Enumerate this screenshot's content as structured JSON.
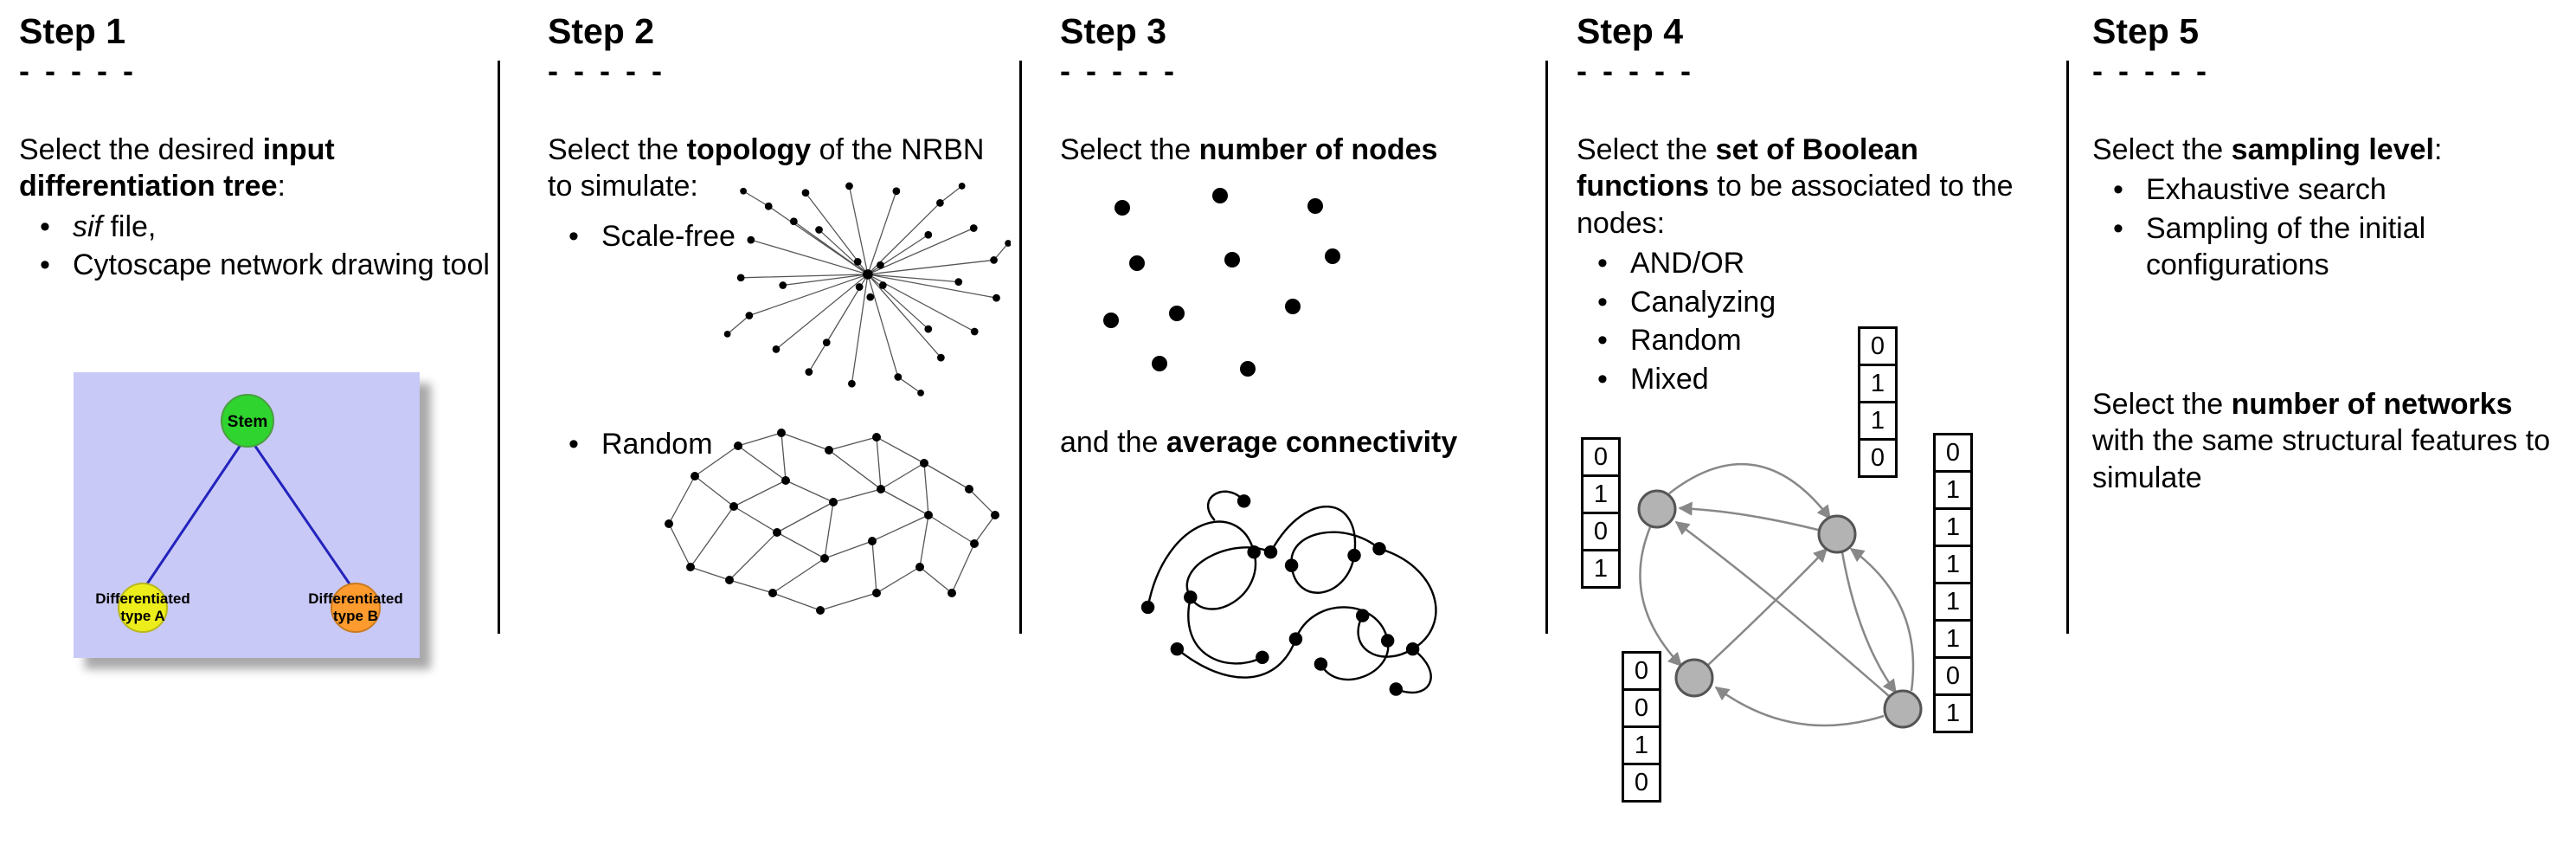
{
  "step1": {
    "title": "Step 1",
    "dashes": "- - - - -",
    "intro_pre": "Select the desired ",
    "intro_bold": "input differentiation tree",
    "intro_post": ":",
    "bullet_sif_italic": "sif",
    "bullet_sif_rest": " file,",
    "bullet_cytoscape": "Cytoscape network drawing tool",
    "tree": {
      "stem_label": "Stem",
      "type_a_line1": "Differentiated",
      "type_a_line2": "type A",
      "type_b_line1": "Differentiated",
      "type_b_line2": "type B"
    },
    "colors": {
      "background": "#c9c9f7",
      "stem": "#2fd42f",
      "type_a": "#eded1c",
      "type_b": "#fe9b2e",
      "edge": "#2323bd"
    }
  },
  "step2": {
    "title": "Step 2",
    "dashes": "- - - - -",
    "intro_pre": "Select the ",
    "intro_bold": "topology",
    "intro_post": " of the NRBN to simulate:",
    "bullet_scale_free": "Scale-free",
    "bullet_random": "Random"
  },
  "step3": {
    "title": "Step 3",
    "dashes": "- - - - -",
    "intro_pre": "Select the ",
    "intro_bold": "number of nodes",
    "second_pre": "and the ",
    "second_bold": "average connectivity"
  },
  "step4": {
    "title": "Step 4",
    "dashes": "- - - - -",
    "intro_pre": "Select the ",
    "intro_bold": "set of Boolean functions",
    "intro_post": " to be associated to the nodes:",
    "bullets": [
      "AND/OR",
      "Canalyzing",
      "Random",
      "Mixed"
    ],
    "node_color": "#b3b3b3",
    "tables": {
      "left": [
        "0",
        "1",
        "0",
        "1"
      ],
      "top": [
        "0",
        "1",
        "1",
        "0"
      ],
      "bottom": [
        "0",
        "0",
        "1",
        "0"
      ],
      "right": [
        "0",
        "1",
        "1",
        "1",
        "1",
        "1",
        "0",
        "1"
      ]
    }
  },
  "step5": {
    "title": "Step 5",
    "dashes": "- - - - -",
    "intro_pre": "Select the ",
    "intro_bold": "sampling level",
    "intro_post": ":",
    "bullets": [
      "Exhaustive search",
      "Sampling of the initial configurations"
    ],
    "second_pre": "Select the ",
    "second_bold": "number of networks",
    "second_post": " with the same structural features to simulate"
  }
}
